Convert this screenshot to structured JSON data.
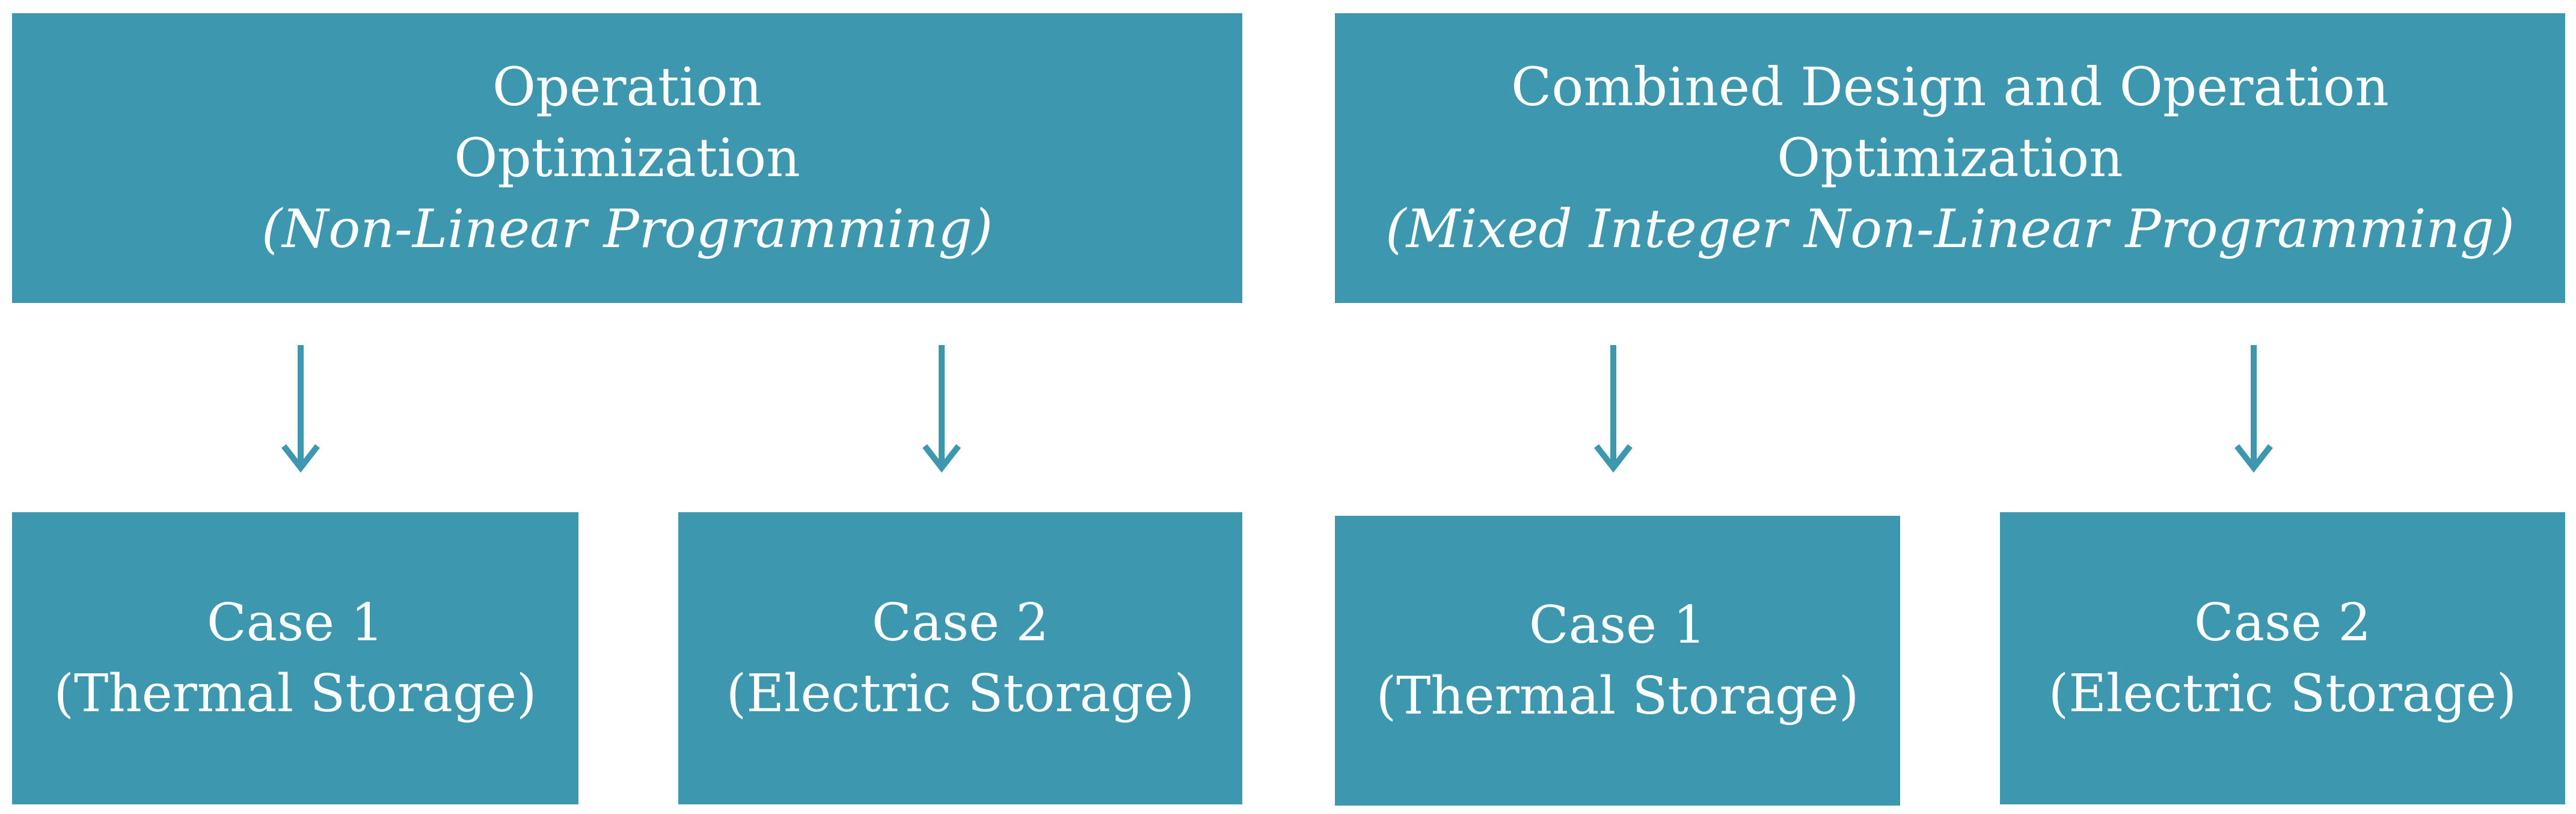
{
  "colors": {
    "box_fill": "#3d97ae",
    "box_text": "#ffffff",
    "arrow": "#3d97ae"
  },
  "groups": [
    {
      "header": {
        "title_lines": [
          "Operation",
          "Optimization"
        ],
        "subtitle": "(Non-Linear Programming)"
      },
      "cases": [
        {
          "title": "Case 1",
          "subtitle": "(Thermal Storage)"
        },
        {
          "title": "Case 2",
          "subtitle": "(Electric Storage)"
        }
      ]
    },
    {
      "header": {
        "title_lines": [
          "Combined Design and Operation",
          "Optimization"
        ],
        "subtitle": "(Mixed Integer Non-Linear Programming)"
      },
      "cases": [
        {
          "title": "Case 1",
          "subtitle": "(Thermal Storage)"
        },
        {
          "title": "Case 2",
          "subtitle": "(Electric Storage)"
        }
      ]
    }
  ]
}
